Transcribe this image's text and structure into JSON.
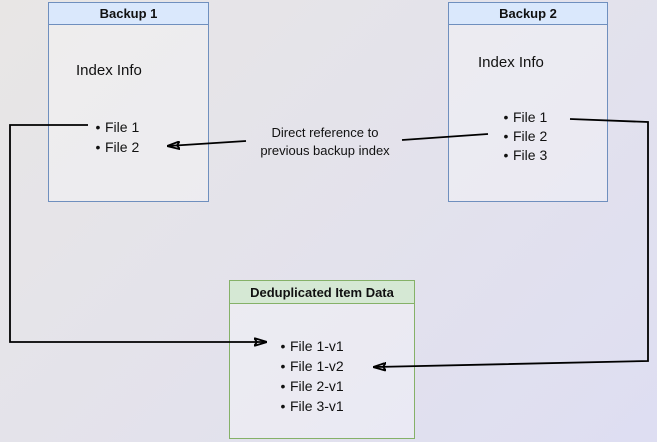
{
  "diagram_title": "Backup index deduplication diagram",
  "colors": {
    "blue_fill": "#dae8fc",
    "blue_border": "#6f8fbe",
    "green_fill": "#d5e8d4",
    "green_border": "#85b168",
    "arrow": "#000000",
    "bg_start": "#e8e6e5",
    "bg_mid": "#e3e2ec",
    "bg_end": "#dedef2"
  },
  "backup1": {
    "title": "Backup 1",
    "heading": "Index Info",
    "items": [
      "File 1",
      "File 2"
    ]
  },
  "backup2": {
    "title": "Backup 2",
    "heading": "Index Info",
    "items": [
      "File 1",
      "File 2",
      "File 3"
    ]
  },
  "dedup": {
    "title": "Deduplicated Item Data",
    "items": [
      "File 1-v1",
      "File 1-v2",
      "File 2-v1",
      "File 3-v1"
    ]
  },
  "edge_label": {
    "line1": "Direct reference to",
    "line2": "previous backup index"
  },
  "bullet_glyph": "•"
}
